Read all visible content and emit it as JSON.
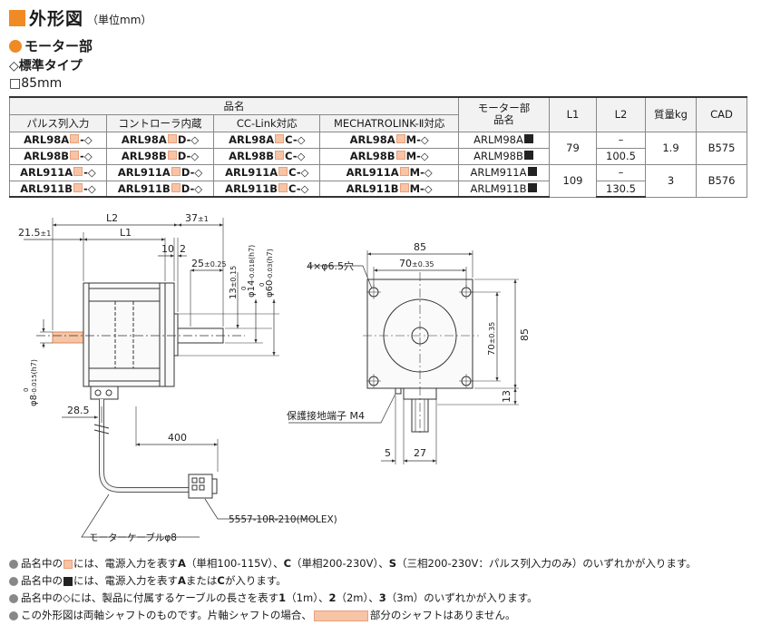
{
  "heading": {
    "title": "外形図",
    "unit": "（単位mm）",
    "section": "モーター部",
    "type": "◇標準タイプ",
    "frame": "□85mm"
  },
  "table": {
    "group_header": "品名",
    "headers": [
      "パルス列入力",
      "コントローラ内蔵",
      "CC-Link対応",
      "MECHATROLINK-Ⅱ対応"
    ],
    "motor_header": "モーター部\n品名",
    "l1_header": "L1",
    "l2_header": "L2",
    "mass_header": "質量kg",
    "cad_header": "CAD",
    "rows": [
      {
        "p": [
          "ARL98A",
          "ARL98A",
          "ARL98A",
          "ARL98A"
        ],
        "s": [
          "-◇",
          "D-◇",
          "C-◇",
          "M-◇"
        ],
        "motor": "ARLM98A",
        "l2": "–"
      },
      {
        "p": [
          "ARL98B",
          "ARL98B",
          "ARL98B",
          "ARL98B"
        ],
        "s": [
          "-◇",
          "D-◇",
          "C-◇",
          "M-◇"
        ],
        "motor": "ARLM98B",
        "l2": "100.5"
      },
      {
        "p": [
          "ARL911A",
          "ARL911A",
          "ARL911A",
          "ARL911A"
        ],
        "s": [
          "-◇",
          "D-◇",
          "C-◇",
          "M-◇"
        ],
        "motor": "ARLM911A",
        "l2": "–"
      },
      {
        "p": [
          "ARL911B",
          "ARL911B",
          "ARL911B",
          "ARL911B"
        ],
        "s": [
          "-◇",
          "D-◇",
          "C-◇",
          "M-◇"
        ],
        "motor": "ARLM911B",
        "l2": "130.5"
      }
    ],
    "groups": [
      {
        "l1": "79",
        "mass": "1.9",
        "cad": "B575"
      },
      {
        "l1": "109",
        "mass": "3",
        "cad": "B576"
      }
    ]
  },
  "drawing": {
    "l2": "L2",
    "l1": "L1",
    "d37": "37",
    "d37_tol": "±1",
    "d21_5": "21.5",
    "d21_5_tol": "±1",
    "d10": "10",
    "d2": "2",
    "d25": "25",
    "d25_tol": "±0.25",
    "d13": "13",
    "d13_tol": "±0.15",
    "phi14": "φ14",
    "phi14_tol": "-0.018",
    "phi14_tol0": "0",
    "phi14_fit": "(h7)",
    "phi60": "φ60",
    "phi60_tol": "-0.03",
    "phi60_tol0": "0",
    "phi60_fit": "(h7)",
    "phi8": "φ8",
    "phi8_tol": "-0.015",
    "phi8_tol0": "0",
    "phi8_fit": "(h7)",
    "d28_5": "28.5",
    "d400": "400",
    "d85": "85",
    "d70": "70",
    "d70_tol": "±0.35",
    "holes": "4×φ6.5穴",
    "d13r": "13",
    "d5": "5",
    "d27": "27",
    "terminal": "保護接地端子 M4",
    "connector": "5557-10R-210(MOLEX)",
    "cable": "モーターケーブルφ8"
  },
  "notes": [
    {
      "a": "品名中の",
      "b": "には、電源入力を表す",
      "c": "A",
      "d": "（単相100-115V）、",
      "e": "C",
      "f": "（単相200-230V）、",
      "g": "S",
      "h": "（三相200-230V：パルス列入力のみ）のいずれかが入ります。"
    },
    {
      "a": "品名中の",
      "b": "には、電源入力を表す",
      "c": "A",
      "d": "または",
      "e": "C",
      "f": "が入ります。"
    },
    {
      "a": "品名中の◇には、製品に付属するケーブルの長さを表す",
      "b": "1",
      "c": "（1m）、",
      "d": "2",
      "e": "（2m）、",
      "f": "3",
      "g": "（3m）のいずれかが入ります。"
    },
    {
      "a": "この外形図は両軸シャフトのものです。片軸シャフトの場合、",
      "b": "部分のシャフトはありません。"
    }
  ]
}
